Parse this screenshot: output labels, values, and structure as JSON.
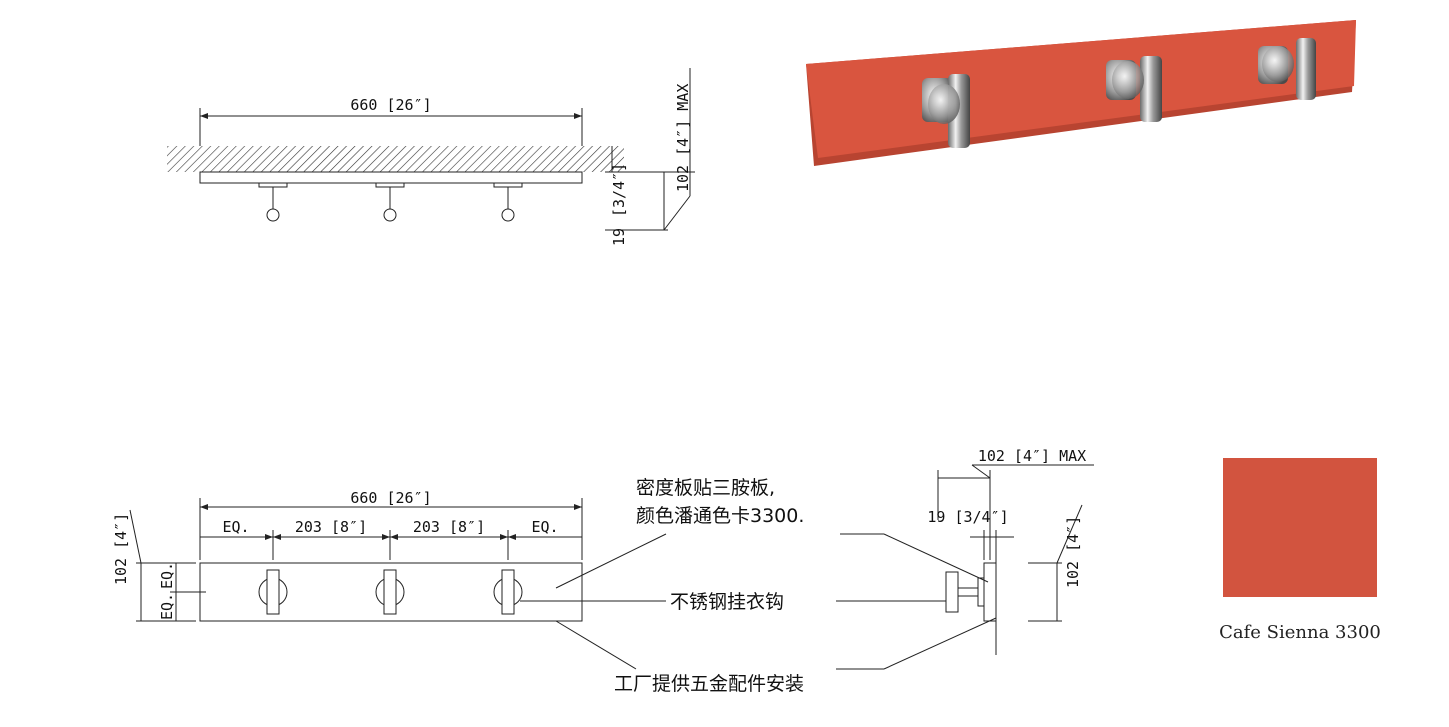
{
  "top_view": {
    "width_dim": "660 [26″]",
    "thickness_dim": "19 [3/4″]",
    "depth_dim": "102 [4″] MAX"
  },
  "front_view": {
    "width_dim": "660 [26″]",
    "seg_eq_left": "EQ.",
    "seg_spacing_1": "203 [8″]",
    "seg_spacing_2": "203 [8″]",
    "seg_eq_right": "EQ.",
    "height_dim": "102 [4″]",
    "eq_upper": "EQ.",
    "eq_lower": "EQ."
  },
  "side_view": {
    "depth_dim": "102 [4″] MAX",
    "thickness_dim": "19 [3/4″]",
    "height_dim": "102 [4″]"
  },
  "annotations": {
    "panel_note_line1": "密度板贴三胺板,",
    "panel_note_line2": "颜色潘通色卡3300.",
    "hook_note": "不锈钢挂衣钩",
    "hardware_note": "工厂提供五金配件安装"
  },
  "swatch": {
    "caption": "Cafe Sienna 3300",
    "color": "#d2543f"
  },
  "render": {
    "panel_color": "#d9553f",
    "panel_shade": "#b84431"
  }
}
